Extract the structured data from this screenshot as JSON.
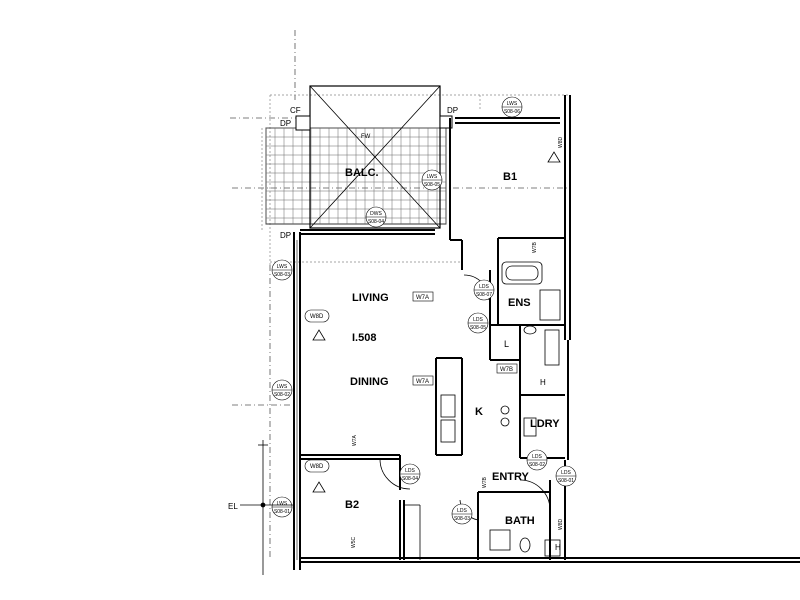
{
  "plan": {
    "unit_label": "I.508",
    "rooms": {
      "balcony": "BALC.",
      "living": "LIVING",
      "dining": "DINING",
      "kitchen": "K",
      "bed1": "B1",
      "ensuite": "ENS",
      "laundry": "LDRY",
      "entry": "ENTRY",
      "bath": "BATH",
      "bed2": "B2",
      "linen": "L"
    },
    "labels": {
      "cf": "CF",
      "dp_top_left": "DP",
      "dp_top_right": "DP",
      "dp_bottom_left": "DP",
      "fw": "FW",
      "el": "EL",
      "h_laundry": "H",
      "h_bath": "H"
    },
    "window_tags": {
      "w7a_living": "W7A",
      "w7a_dining": "W7A",
      "w7a_bed2": "W7A",
      "w7b_kitchen": "W7B",
      "w7b_entry": "W7B",
      "w7b_bed1": "W7B",
      "w8d_living": "W8D",
      "w8d_bed2": "W8D",
      "w8d_bath": "W8D",
      "w8d_b1": "W8D",
      "w5c_bed2": "W5C"
    },
    "section_tags": {
      "lws_top": [
        "LWS",
        "S08-06"
      ],
      "lws_balc": [
        "LWS",
        "S08-05"
      ],
      "dws_balc": [
        "DWS",
        "S08-04"
      ],
      "lws_left_upper": [
        "LWS",
        "S08-03"
      ],
      "lws_left_mid": [
        "LWS",
        "S08-02"
      ],
      "lws_left_low": [
        "LWS",
        "S08-01"
      ],
      "lds_ens_top": [
        "LDS",
        "S08-07"
      ],
      "lds_ens_bot": [
        "LDS",
        "S08-05"
      ],
      "lds_b2": [
        "LDS",
        "S08-04"
      ],
      "lds_bath": [
        "LDS",
        "S08-03"
      ],
      "lds_laundry": [
        "LDS",
        "S08-02"
      ],
      "lds_right": [
        "LDS",
        "S08-01"
      ]
    }
  }
}
